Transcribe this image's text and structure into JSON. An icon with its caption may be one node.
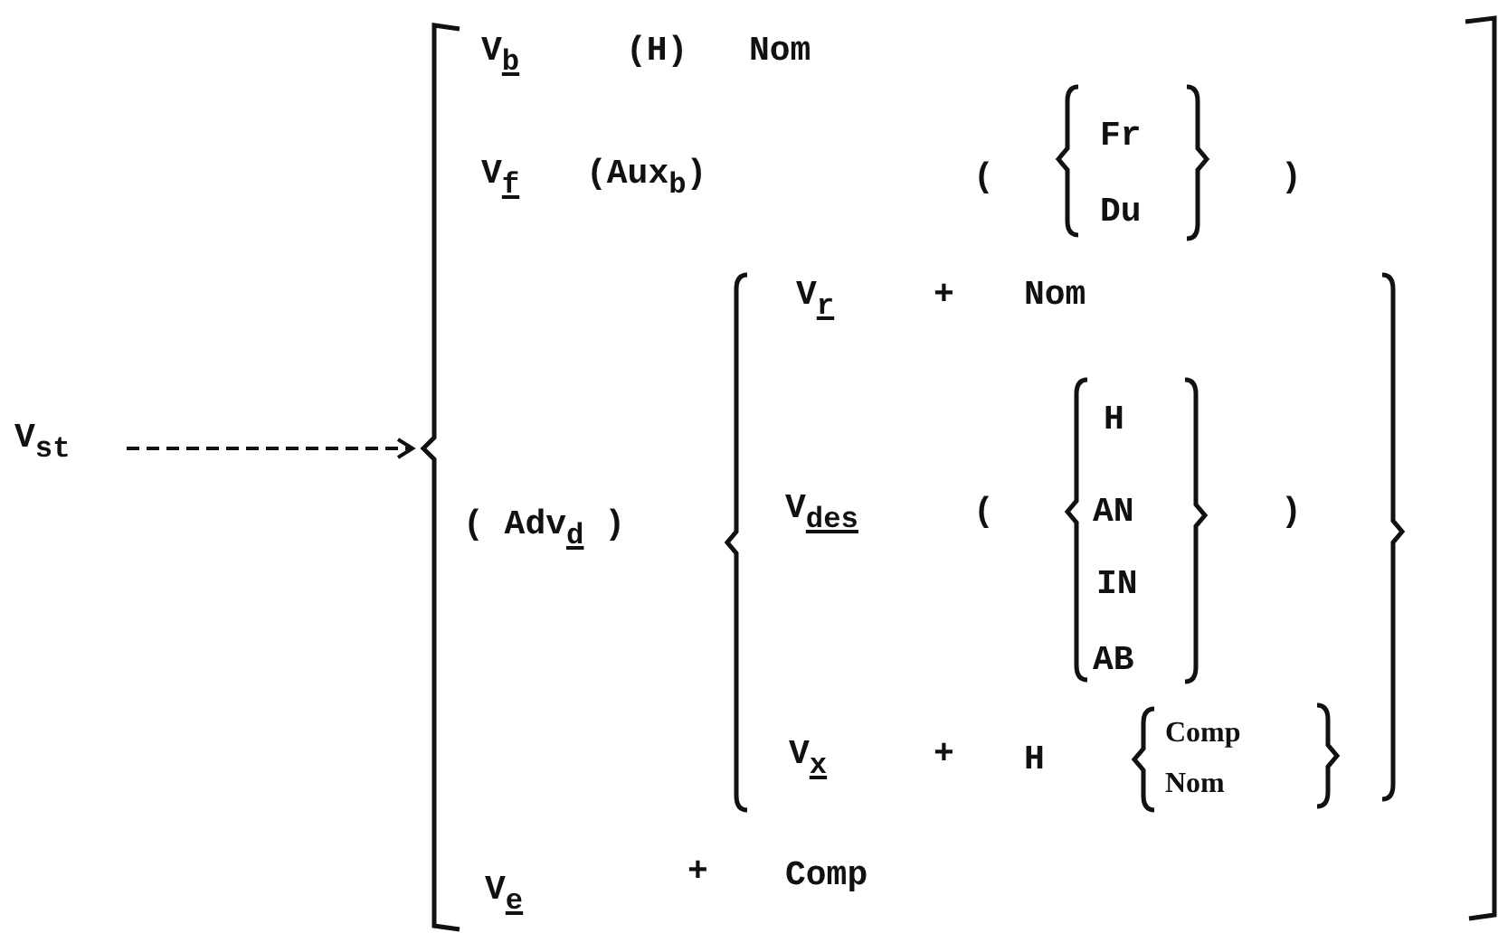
{
  "diagram": {
    "nodes": [
      {
        "text": [
          "V$_{st}$"
        ]
      },
      {
        "text": [],
        "shape": "bracket"
      }
    ],
    "edges": [
      {
        "from": 0,
        "to": 1,
        "arrow": "to",
        "style": "dashed"
      }
    ],
    "labels": [
      "V$_{b}$",
      "(H)",
      "Nom",
      "V$_{f}$",
      "(Aux$_{b}$)",
      "(",
      "Fr",
      "Du",
      ")",
      "V$_{r}$",
      "+",
      "Nom",
      "H",
      "( Adv$_{d}$ )",
      "V$_{des}$",
      "(",
      "AN",
      ")",
      "IN",
      "AB",
      "V$_{x}$",
      "+",
      "H",
      "Comp",
      "Nom",
      "V$_{e}$",
      "+",
      "Comp"
    ]
  }
}
